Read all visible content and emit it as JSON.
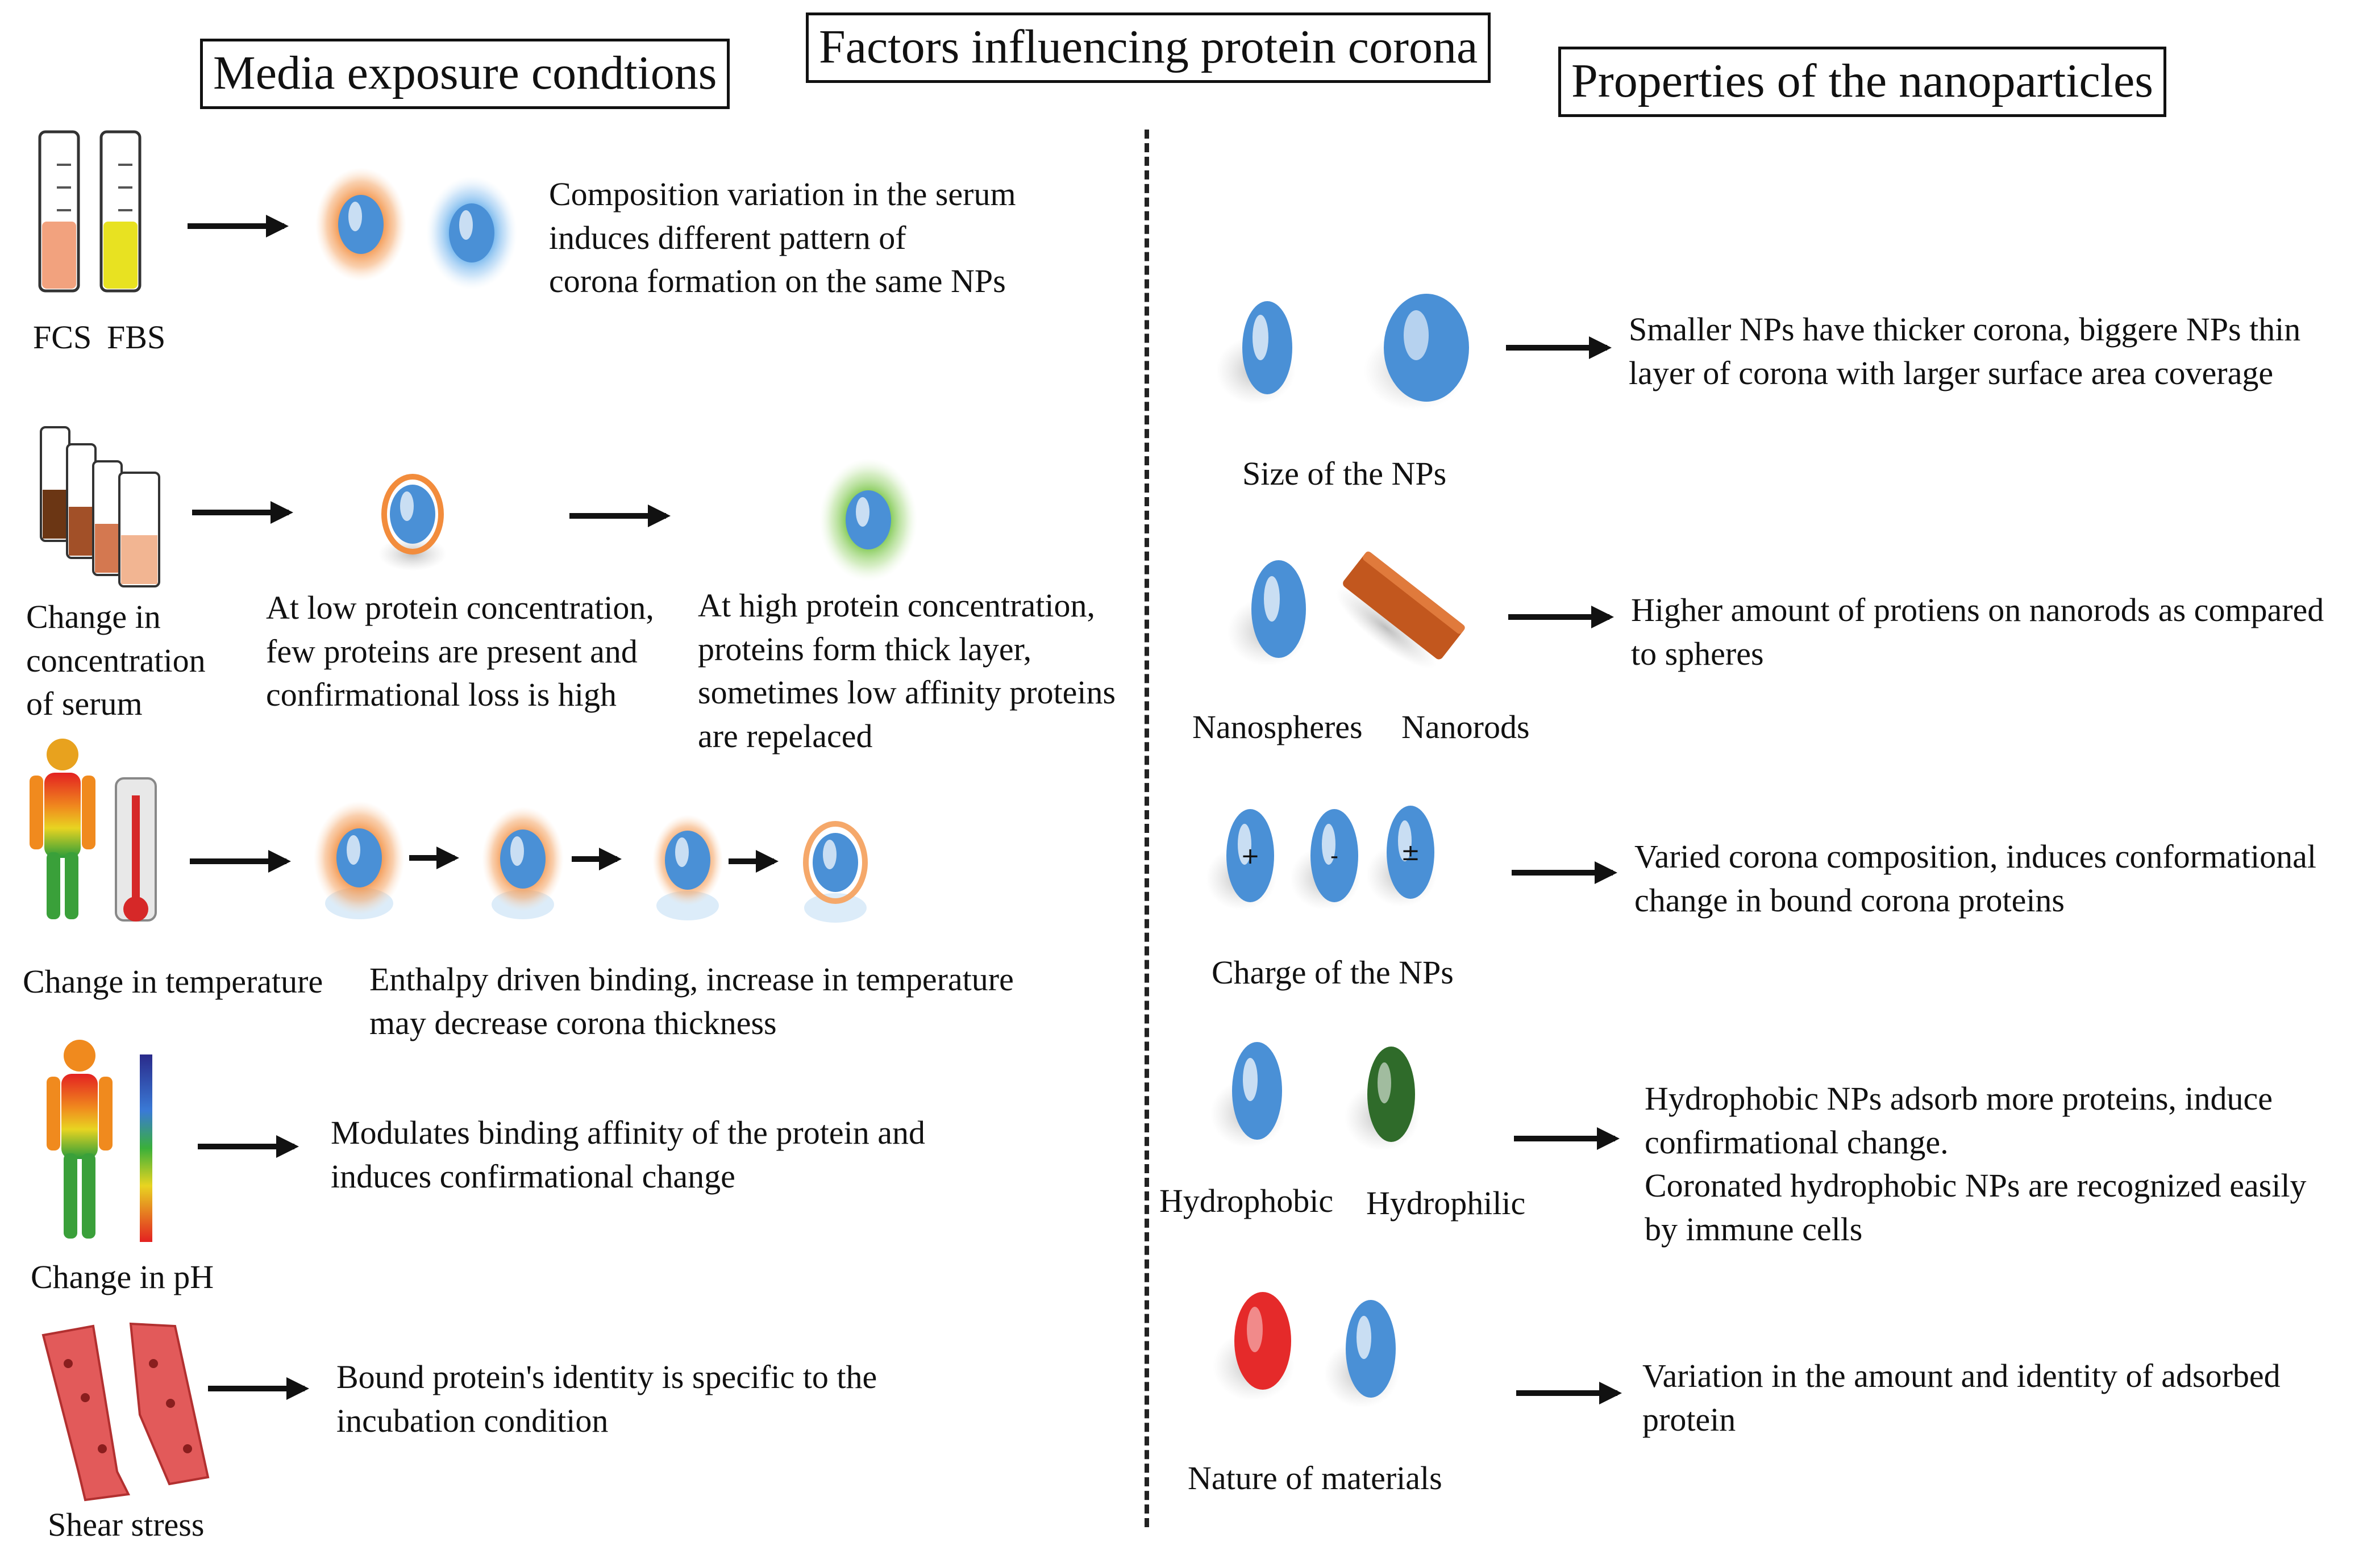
{
  "title": "Factors influencing protein corona",
  "left": {
    "heading": "Media exposure condtions",
    "rows": [
      {
        "labels": [
          "FCS",
          "FBS"
        ],
        "text": [
          "Composition variation in the serum",
          "induces different pattern of",
          "corona formation on the same NPs"
        ]
      },
      {
        "label": [
          "Change in",
          "concentration",
          "of serum"
        ],
        "low_text": [
          "At low protein concentration,",
          "few proteins are present and",
          "confirmational loss is high"
        ],
        "high_text": [
          "At high protein concentration,",
          "proteins form thick layer,",
          "sometimes low affinity proteins",
          "are repelaced"
        ]
      },
      {
        "label": "Change in temperature",
        "text": [
          "Enthalpy driven binding, increase in temperature",
          "may decrease corona thickness"
        ]
      },
      {
        "label": "Change in pH",
        "text": [
          "Modulates binding affinity of the protein and",
          "induces confirmational change"
        ]
      },
      {
        "label": "Shear stress",
        "text": [
          "Bound protein's identity is specific to the",
          "incubation condition"
        ]
      }
    ]
  },
  "right": {
    "heading": "Properties of the nanoparticles",
    "rows": [
      {
        "label": "Size of the NPs",
        "text": [
          "Smaller NPs have thicker corona, biggere NPs thin",
          "layer of corona with larger surface area coverage"
        ]
      },
      {
        "labels": [
          "Nanospheres",
          "Nanorods"
        ],
        "text": [
          "Higher amount of protiens on nanorods as compared",
          "to spheres"
        ]
      },
      {
        "label": "Charge of the NPs",
        "charges": [
          "+",
          "-",
          "±"
        ],
        "text": [
          "Varied corona composition, induces conformational",
          "change in bound corona proteins"
        ]
      },
      {
        "labels": [
          "Hydrophobic",
          "Hydrophilic"
        ],
        "text": [
          "Hydrophobic NPs adsorb more proteins, induce",
          "confirmational change.",
          "Coronated hydrophobic NPs are recognized easily",
          "by immune cells"
        ]
      },
      {
        "label": "Nature of materials",
        "text": [
          "Variation in the amount and identity of adsorbed",
          "protein"
        ]
      }
    ]
  },
  "colors": {
    "np_blue": "#4a90d6",
    "corona_orange": "#f28c3c",
    "corona_blue": "#5aa9ea",
    "corona_green": "#7fc850",
    "fcs_fill": "#f2a27e",
    "fbs_fill": "#e8e221",
    "nanorod": "#c2571e",
    "hydrophilic": "#2f6b2a",
    "material_red": "#e52a2a",
    "vessel_red": "#e25a5a"
  }
}
